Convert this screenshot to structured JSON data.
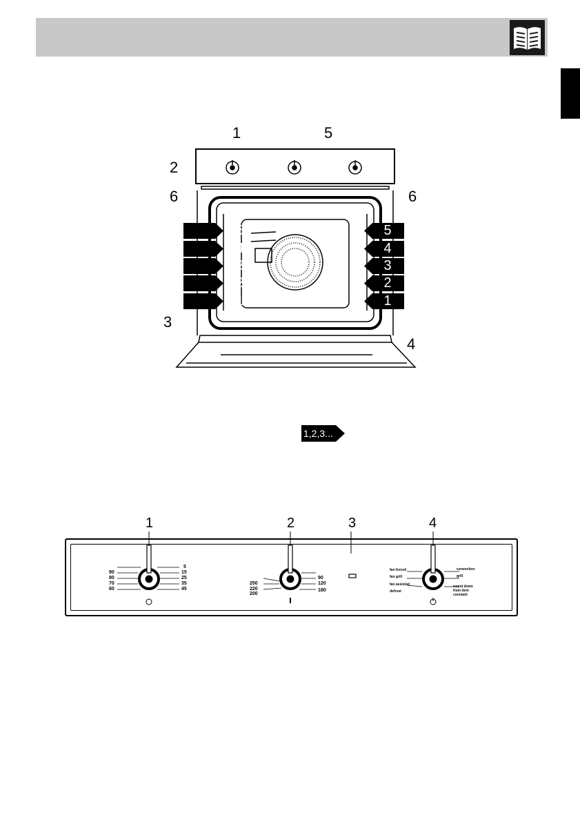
{
  "callouts_top": {
    "c1": "1",
    "c2": "2",
    "c3": "3",
    "c4": "4",
    "c5": "5",
    "c6_left": "6",
    "c6_right": "6"
  },
  "shelf_levels": [
    "5",
    "4",
    "3",
    "2",
    "1"
  ],
  "sequence_badge": "1,2,3...",
  "callouts_panel": {
    "c1": "1",
    "c2": "2",
    "c3": "3",
    "c4": "4"
  },
  "timer_knob": {
    "left_marks": [
      "90",
      "80",
      "70",
      "60"
    ],
    "right_marks": [
      "5",
      "15",
      "25",
      "35",
      "45"
    ]
  },
  "temp_knob": {
    "left_marks": [
      "250",
      "220",
      "200"
    ],
    "right_marks": [
      "90",
      "120",
      "180"
    ]
  },
  "function_knob": {
    "left_labels": [
      "fan forced",
      "fan grill",
      "fan assisted",
      "defrost"
    ],
    "right_labels": [
      "convection",
      "grill",
      "round dome",
      "from item",
      "constant"
    ]
  }
}
